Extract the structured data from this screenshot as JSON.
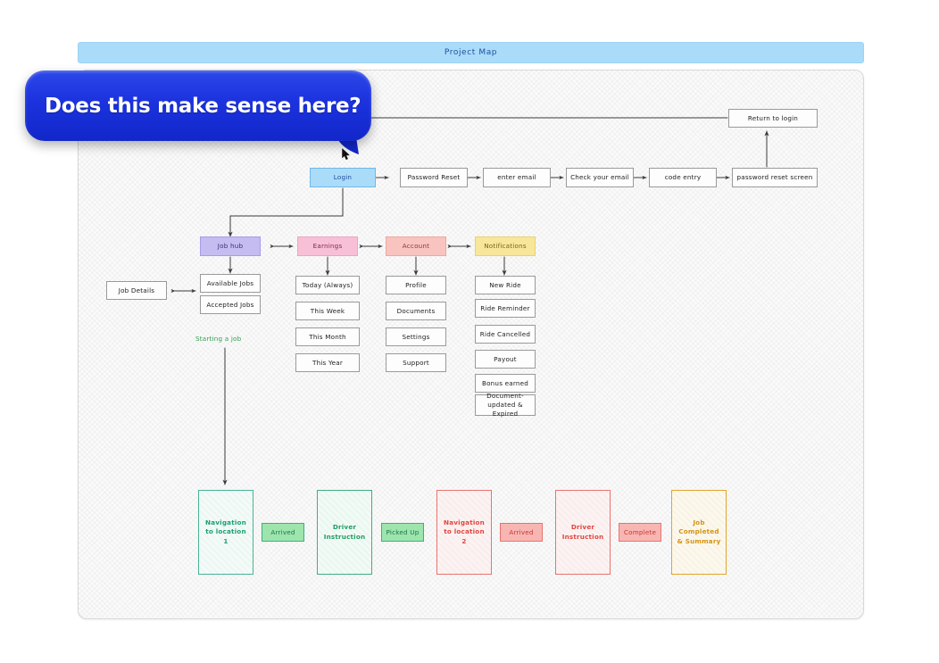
{
  "window": {
    "title": "Project Map"
  },
  "annotation": {
    "bubble_text": "Does this make sense here?",
    "bubble_color": "#1b32de",
    "cursor_icon": "cursor-arrow-icon"
  },
  "colors": {
    "titlebar": "#aadcfa",
    "canvas": "#fafafa",
    "login": "#aadcfa",
    "job_hub": "#c5bdf2",
    "earnings": "#f8c0d6",
    "account": "#f9c4c0",
    "notifications": "#f8e79a",
    "teal": "#49b396",
    "green": "#3fae83",
    "red": "#e8736f",
    "amber": "#e0a62a",
    "green_label": "#2fa04f"
  },
  "auth_flow": {
    "nodes": [
      {
        "id": "login",
        "label": "Login"
      },
      {
        "id": "password-reset",
        "label": "Password Reset"
      },
      {
        "id": "enter-email",
        "label": "enter email"
      },
      {
        "id": "check-your-email",
        "label": "Check your email"
      },
      {
        "id": "code-entry",
        "label": "code entry"
      },
      {
        "id": "password-reset-screen",
        "label": "password reset screen"
      }
    ],
    "return_node": {
      "id": "return-to-login",
      "label": "Return to login"
    }
  },
  "sections": [
    {
      "id": "job-hub",
      "header": "Job hub",
      "items": [
        "Available Jobs",
        "Accepted Jobs"
      ],
      "side_node": "Job Details"
    },
    {
      "id": "earnings",
      "header": "Earnings",
      "items": [
        "Today (Always)",
        "This Week",
        "This Month",
        "This Year"
      ]
    },
    {
      "id": "account",
      "header": "Account",
      "items": [
        "Profile",
        "Documents",
        "Settings",
        "Support"
      ]
    },
    {
      "id": "notifications",
      "header": "Notifications",
      "items": [
        "New Ride",
        "Ride Reminder",
        "Ride Cancelled",
        "Payout",
        "Bonus earned",
        "Document-updated & Expired"
      ]
    }
  ],
  "job_flow": {
    "label": "Starting a job",
    "steps": [
      {
        "id": "navigation-to-location-1",
        "label": "Navigation to location 1",
        "kind": "big",
        "color": "teal"
      },
      {
        "id": "arrived-1",
        "label": "Arrived",
        "kind": "pill",
        "color": "green"
      },
      {
        "id": "driver-instruction-1",
        "label": "Driver Instruction",
        "kind": "big",
        "color": "green"
      },
      {
        "id": "picked-up",
        "label": "Picked Up",
        "kind": "pill",
        "color": "green"
      },
      {
        "id": "navigation-to-location-2",
        "label": "Navigation to location 2",
        "kind": "big",
        "color": "red"
      },
      {
        "id": "arrived-2",
        "label": "Arrived",
        "kind": "pill",
        "color": "red"
      },
      {
        "id": "driver-instruction-2",
        "label": "Driver Instruction",
        "kind": "big",
        "color": "red"
      },
      {
        "id": "complete",
        "label": "Complete",
        "kind": "pill",
        "color": "red"
      },
      {
        "id": "job-completed-summary",
        "label": "Job Completed & Summary",
        "kind": "big",
        "color": "amber"
      }
    ]
  }
}
